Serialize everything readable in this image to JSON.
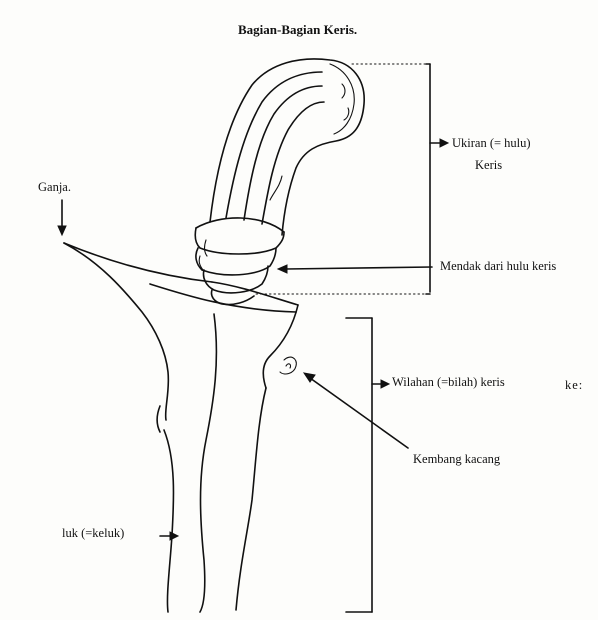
{
  "title": "Bagian-Bagian Keris.",
  "labels": {
    "ukiran": "Ukiran (= hulu)",
    "keris": "Keris",
    "mendak": "Mendak dari hulu keris",
    "ganja": "Ganja.",
    "wilahan": "Wilahan (=bilah) keris",
    "fragment": "ke:",
    "kembang": "Kembang kacang",
    "luk": "luk (=keluk)"
  },
  "colors": {
    "ink": "#111111",
    "paper": "#fdfdfb"
  }
}
